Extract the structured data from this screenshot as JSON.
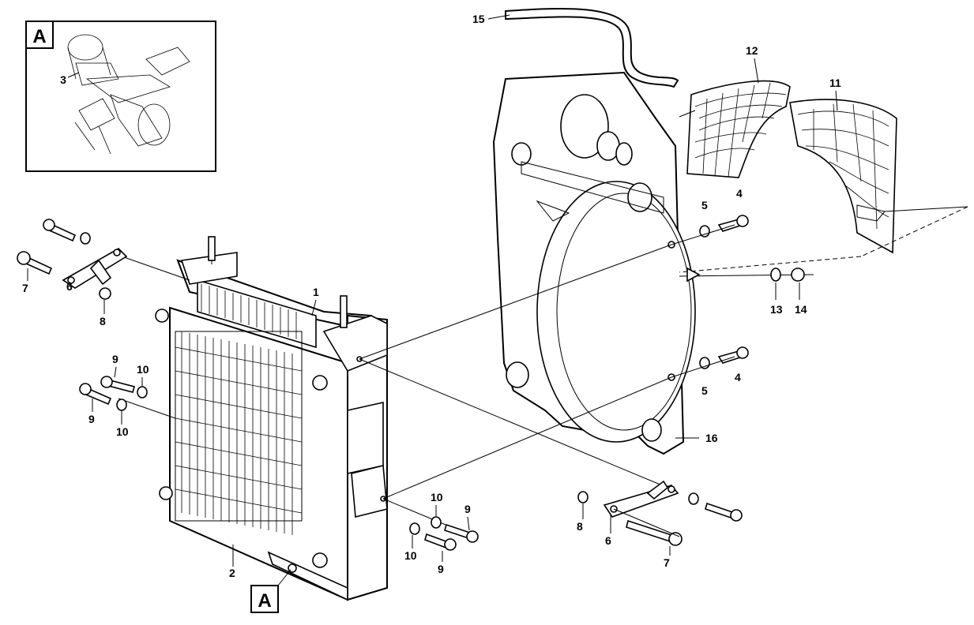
{
  "inset": {
    "box_label": "A",
    "callout": "3"
  },
  "bottom_ref": "A",
  "callouts": [
    {
      "key": "15",
      "text": "15"
    },
    {
      "key": "12",
      "text": "12"
    },
    {
      "key": "11",
      "text": "11"
    },
    {
      "key": "4a",
      "text": "4"
    },
    {
      "key": "5a",
      "text": "5"
    },
    {
      "key": "13",
      "text": "13"
    },
    {
      "key": "14",
      "text": "14"
    },
    {
      "key": "4b",
      "text": "4"
    },
    {
      "key": "5b",
      "text": "5"
    },
    {
      "key": "16",
      "text": "16"
    },
    {
      "key": "1",
      "text": "1"
    },
    {
      "key": "7a",
      "text": "7"
    },
    {
      "key": "6a",
      "text": "6"
    },
    {
      "key": "8a",
      "text": "8"
    },
    {
      "key": "9a",
      "text": "9"
    },
    {
      "key": "10a",
      "text": "10"
    },
    {
      "key": "9b",
      "text": "9"
    },
    {
      "key": "10b",
      "text": "10"
    },
    {
      "key": "2",
      "text": "2"
    },
    {
      "key": "10c",
      "text": "10"
    },
    {
      "key": "9c",
      "text": "9"
    },
    {
      "key": "10d",
      "text": "10"
    },
    {
      "key": "9d",
      "text": "9"
    },
    {
      "key": "8b",
      "text": "8"
    },
    {
      "key": "6b",
      "text": "6"
    },
    {
      "key": "7b",
      "text": "7"
    }
  ]
}
